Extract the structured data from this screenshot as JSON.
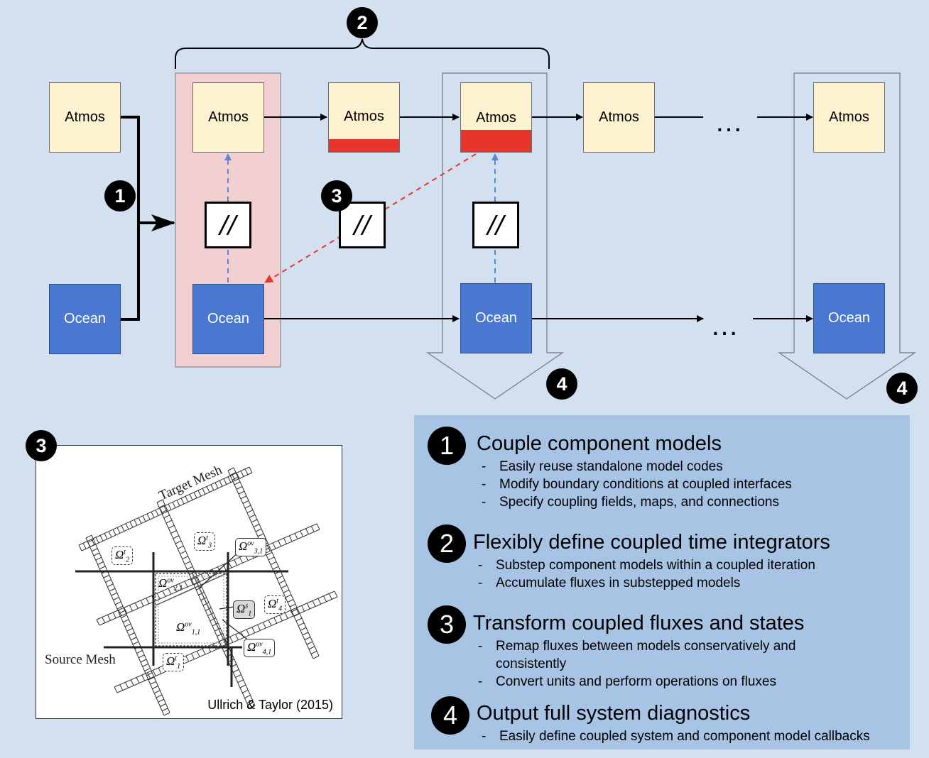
{
  "diagram": {
    "atmos_label": "Atmos",
    "ocean_label": "Ocean",
    "ellipsis": "…",
    "parallel_symbol": "//",
    "badges": {
      "b1": "1",
      "b2": "2",
      "b3": "3",
      "b4": "4"
    }
  },
  "mesh": {
    "badge": "3",
    "target_mesh_label": "Target Mesh",
    "source_mesh_label": "Source Mesh",
    "citation": "Ullrich & Taylor (2015)",
    "omega_symbol": "Ω",
    "labels": {
      "t2": {
        "sup": "t",
        "sub": "2"
      },
      "t3": {
        "sup": "t",
        "sub": "3"
      },
      "ov31": {
        "sup": "ov",
        "sub": "3,1"
      },
      "ov21": {
        "sup": "ov",
        "sub": "2,1"
      },
      "s1": {
        "sup": "s",
        "sub": "1"
      },
      "t4": {
        "sup": "t",
        "sub": "4"
      },
      "ov11": {
        "sup": "ov",
        "sub": "1,1"
      },
      "ov41": {
        "sup": "ov",
        "sub": "4,1"
      },
      "t1": {
        "sup": "t",
        "sub": "1"
      }
    }
  },
  "legend": {
    "sections": [
      {
        "num": "1",
        "title": "Couple component models",
        "bullets": [
          "Easily reuse standalone model codes",
          "Modify boundary conditions at coupled interfaces",
          "Specify coupling fields, maps, and connections"
        ]
      },
      {
        "num": "2",
        "title": "Flexibly define coupled time integrators",
        "bullets": [
          "Substep component models within a coupled iteration",
          "Accumulate fluxes in substepped models"
        ]
      },
      {
        "num": "3",
        "title": "Transform coupled fluxes and states",
        "bullets": [
          "Remap fluxes between models conservatively and",
          "consistently",
          "Convert units and perform operations on fluxes"
        ]
      },
      {
        "num": "4",
        "title": "Output full system diagnostics",
        "bullets": [
          "Easily define coupled system and component model callbacks"
        ]
      }
    ],
    "dash": "-"
  },
  "colors": {
    "background": "#d3e0f0",
    "atmos": "#fdf2cf",
    "ocean": "#4a78d1",
    "highlight": "#f2d0d2",
    "flux_bar": "#e8352c",
    "legend_bg": "#a7c4e5",
    "dashed_blue": "#5b86d6",
    "dashed_red": "#e8352c"
  }
}
